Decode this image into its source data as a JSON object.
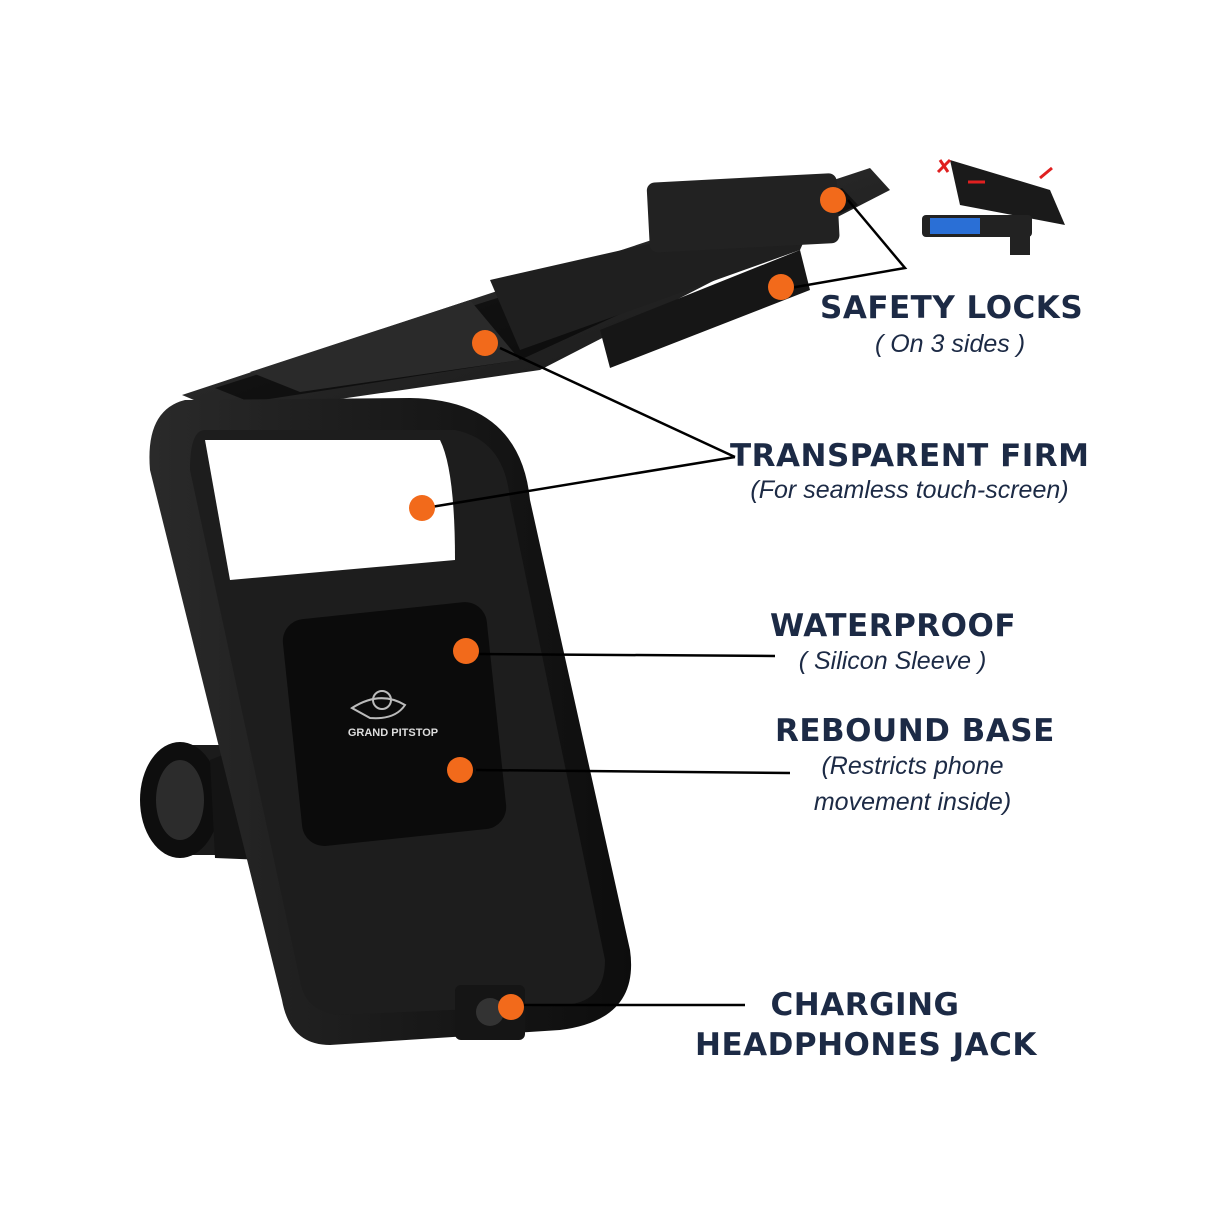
{
  "brand": {
    "logo_text": "GRAND PITSTOP"
  },
  "accent_color": "#f26a1b",
  "text_color": "#1c2a45",
  "callouts": [
    {
      "title": "SAFETY LOCKS",
      "subtitle": "( On 3 sides )"
    },
    {
      "title": "TRANSPARENT FIRM",
      "subtitle": "(For seamless touch-screen)"
    },
    {
      "title": "WATERPROOF",
      "subtitle": "( Silicon Sleeve )"
    },
    {
      "title": "REBOUND BASE",
      "subtitle_line1": "(Restricts phone",
      "subtitle_line2": "movement inside)"
    },
    {
      "title_line1": "CHARGING",
      "title_line2": "HEADPHONES JACK"
    }
  ]
}
